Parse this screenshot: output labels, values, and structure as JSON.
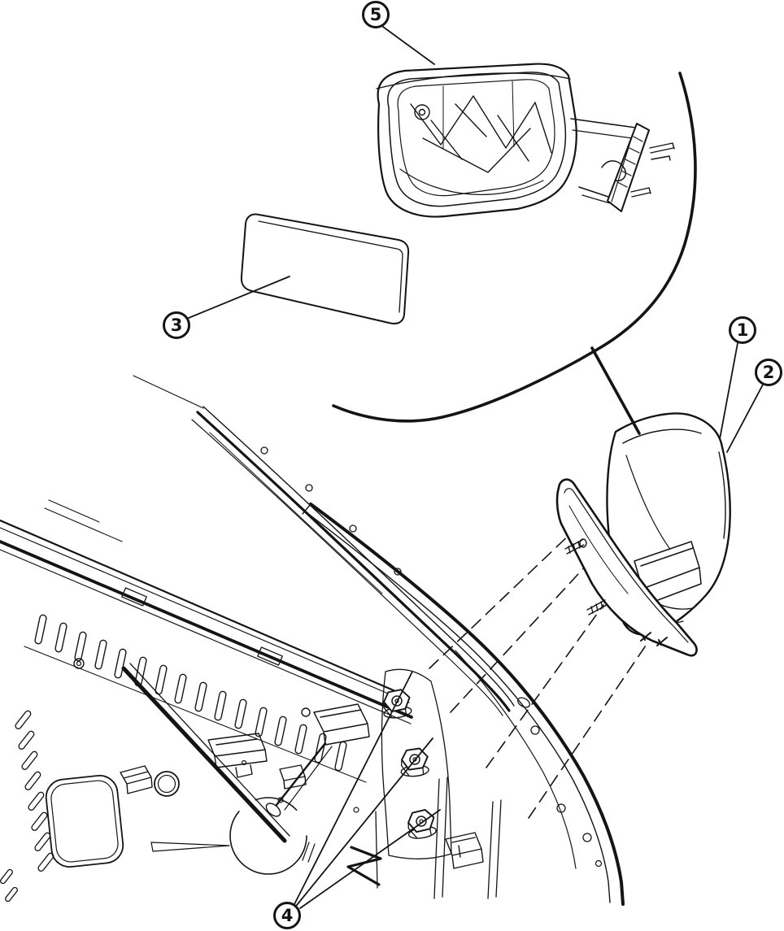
{
  "figure": {
    "background_color": "#ffffff",
    "line_color": "#141414",
    "callouts": {
      "c1": {
        "label": "1"
      },
      "c2": {
        "label": "2"
      },
      "c3": {
        "label": "3"
      },
      "c4": {
        "label": "4"
      },
      "c5": {
        "label": "5"
      }
    }
  }
}
